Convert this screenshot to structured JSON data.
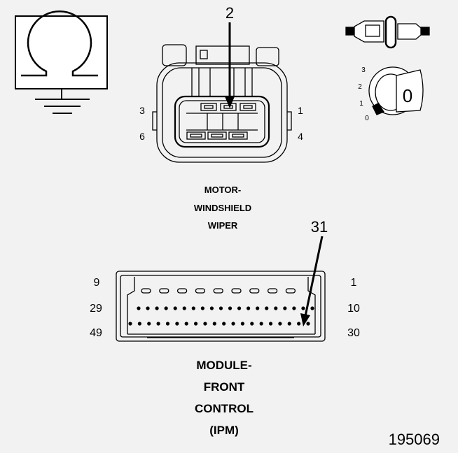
{
  "motor_connector": {
    "callout": "2",
    "pins": {
      "p3": "3",
      "p6": "6",
      "p1": "1",
      "p4": "4"
    },
    "label": [
      "MOTOR-",
      "WINDSHIELD",
      "WIPER"
    ]
  },
  "ipm_connector": {
    "callout": "31",
    "pins": {
      "p9": "9",
      "p29": "29",
      "p49": "49",
      "p1": "1",
      "p10": "10",
      "p30": "30"
    },
    "label": [
      "MODULE-",
      "FRONT",
      "CONTROL",
      "(IPM)"
    ]
  },
  "ignition_switch": {
    "positions": [
      "3",
      "2",
      "1",
      "0"
    ],
    "key_glyph": "0"
  },
  "figure_id": "195069"
}
